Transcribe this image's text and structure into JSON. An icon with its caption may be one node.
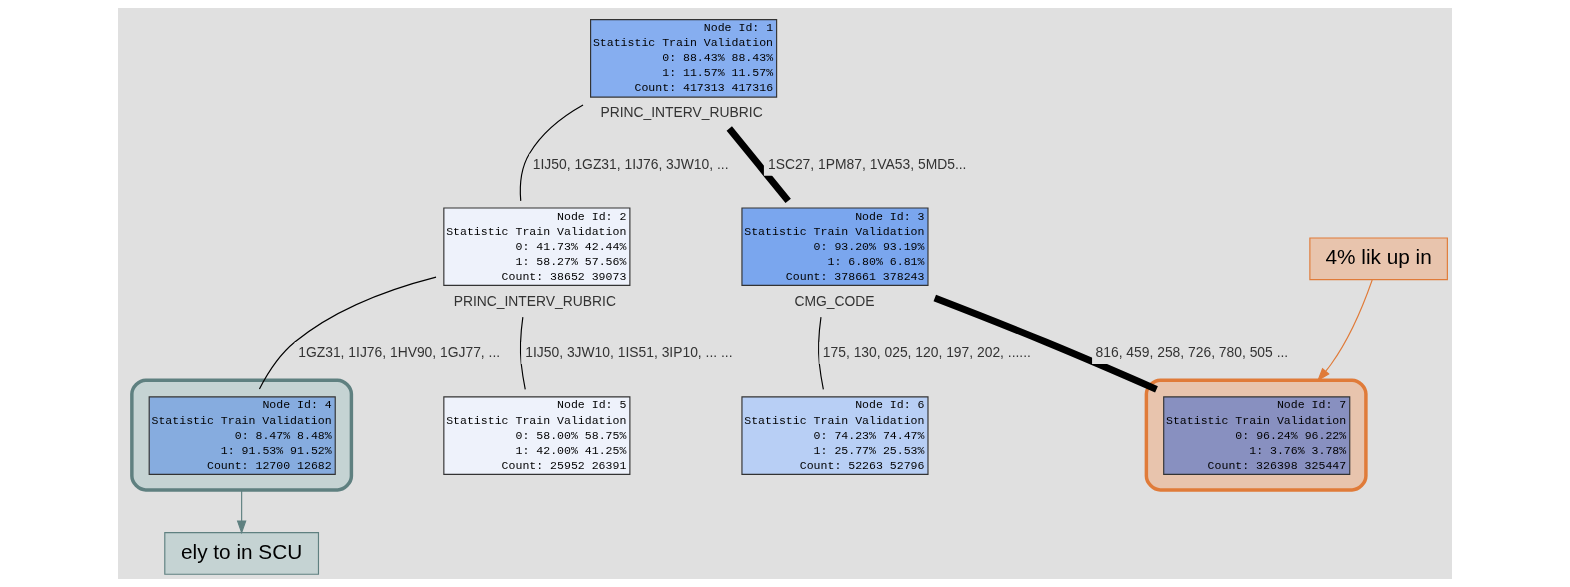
{
  "diagram": {
    "nodes": [
      {
        "text": [
          "Node Id: 1",
          "Statistic Train Validation",
          "0: 88.43% 88.43%",
          "1: 11.57% 11.57%",
          "Count: 417313 417316"
        ],
        "beside": [
          "PRINC_INTERV_RUBRIC"
        ]
      },
      {
        "text": [
          "Node Id: 2",
          "Statistic Train Validation",
          "0: 41.73% 42.44%",
          "1: 58.27% 57.56%",
          "Count: 38652 39073"
        ],
        "beside": [
          "PRINC_INTERV_RUBRIC"
        ]
      },
      {
        "text": [
          "Node Id: 3",
          "Statistic Train Validation",
          "0: 93.20% 93.19%",
          "1: 6.80% 6.81%",
          "Count: 378661 378243"
        ],
        "beside": [
          "CMG_CODE"
        ]
      },
      {
        "text": [
          "ely to in SCU"
        ]
      },
      {
        "text": [
          "4% lik up in"
        ]
      },
      {
        "text": [],
        "shape": "ellipse"
      },
      {
        "text": [
          "Node Id: 4",
          "Statistic Train Validation",
          "0: 8.47% 8.48%",
          "1: 91.53% 91.52%",
          "Count: 12700 12682"
        ],
        "in": 5
      },
      {
        "text": [
          "Node Id: 5",
          "Statistic Train Validation",
          "0: 58.00% 58.75%",
          "1: 42.00% 41.25%",
          "Count: 25952 26391"
        ]
      },
      {
        "text": [
          "Node Id: 6",
          "Statistic Train Validation",
          "0: 74.23% 74.47%",
          "1: 25.77% 25.53%",
          "Count: 52263 52796"
        ]
      },
      {
        "text": [],
        "shape": "ellipse"
      },
      {
        "text": [
          "Node Id: 7",
          "Statistic Train Validation",
          "0: 96.24% 96.22%",
          "1: 3.76% 3.78%",
          "Count: 326398 325447"
        ],
        "in": 9
      }
    ],
    "edges": [
      {
        "from": 0,
        "to": 1,
        "arrow": "none",
        "label": "1IJ50, 1GZ31, 1IJ76, 3JW10, ..."
      },
      {
        "from": 0,
        "to": 2,
        "arrow": "none",
        "label": "1SC27, 1PM87, 1VA53, 5MD5...",
        "style": "thick"
      },
      {
        "from": 1,
        "to": 6,
        "arrow": "none",
        "label": "1GZ31, 1IJ76, 1HV90, 1GJ77, ..."
      },
      {
        "from": 1,
        "to": 7,
        "arrow": "none",
        "label": "1IJ50, 3JW10, 1IS51, 3IP10, ... ..."
      },
      {
        "from": 2,
        "to": 8,
        "arrow": "none",
        "label": "175, 130, 025, 120, 197, 202, ......"
      },
      {
        "from": 2,
        "to": 10,
        "arrow": "none",
        "label": "816, 459, 258, 726, 780, 505 ...",
        "style": "thick"
      },
      {
        "from": 4,
        "to": 9,
        "arrow": "to",
        "color": "#e07b39"
      },
      {
        "from": 5,
        "to": 3,
        "arrow": "to",
        "color": "#5f8080"
      }
    ]
  }
}
